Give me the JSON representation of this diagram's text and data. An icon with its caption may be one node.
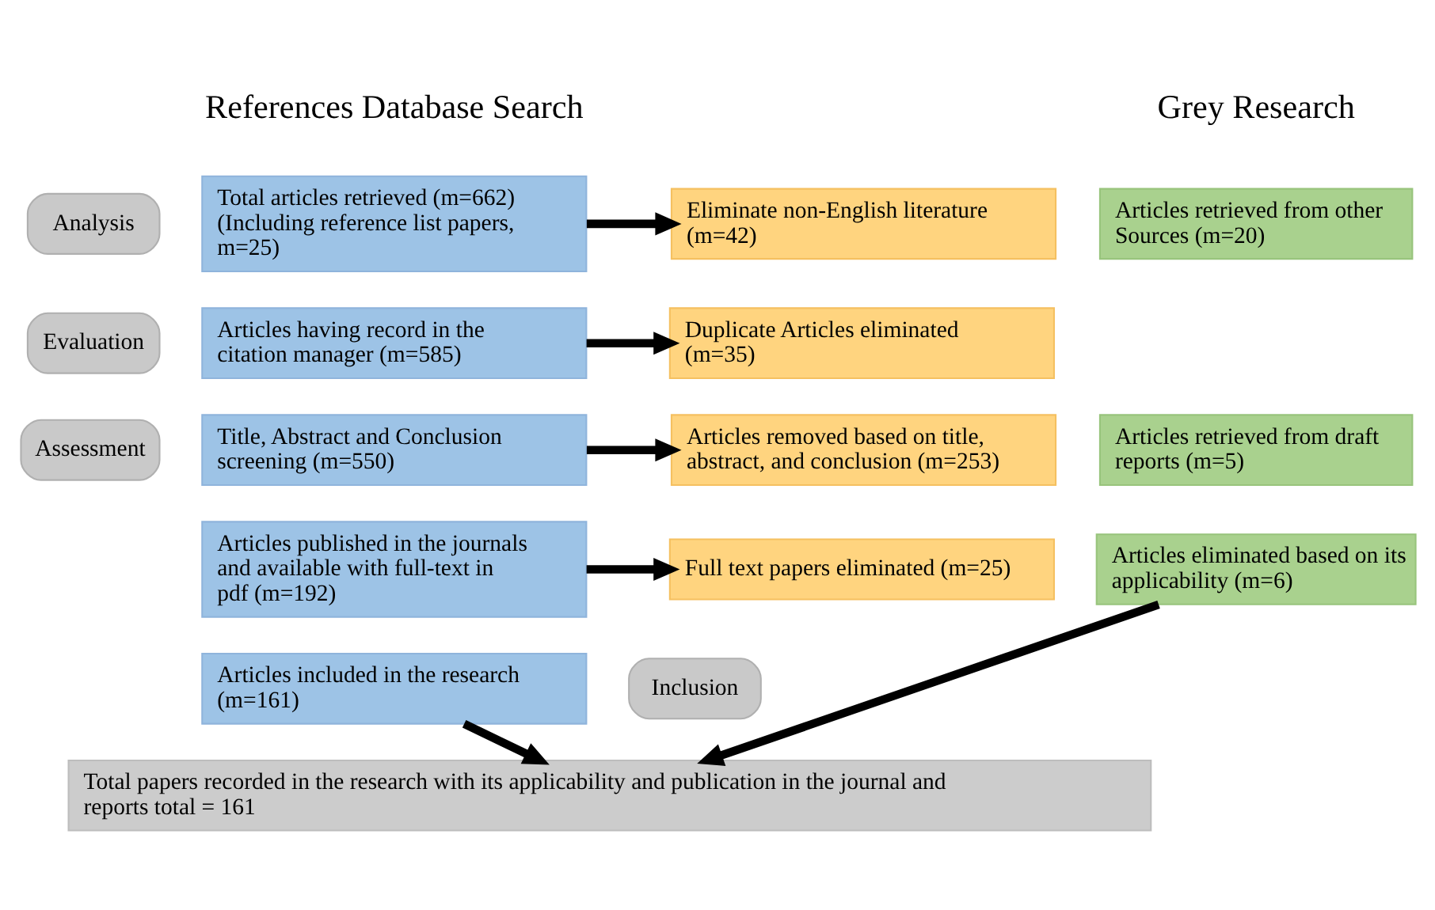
{
  "diagram": {
    "nodes": [
      {
        "text": [
          "Analysis"
        ]
      },
      {
        "text": [
          "Total articles retrieved (m=662) (Including reference list papers, m=25)"
        ]
      },
      {
        "text": [
          "Eliminate non-English literature (m=42)"
        ]
      },
      {
        "text": [
          "Evaluation"
        ]
      },
      {
        "text": [
          "Articles having record in the citation manager (m=585)"
        ]
      },
      {
        "text": [
          "Duplicate Articles eliminated (m=35)"
        ]
      },
      {
        "text": [
          "Assessment"
        ]
      },
      {
        "text": [
          "Title, Abstract and Conclusion screening (m=550)"
        ]
      },
      {
        "text": [
          "Articles removed based on title, abstract, and conclusion (m=253)"
        ]
      },
      {
        "text": [
          "Articles published in the journals and available with full-text in pdf (m=192)"
        ]
      },
      {
        "text": [
          "Full text papers eliminated (m=25)"
        ]
      },
      {
        "text": [
          "Inclusion"
        ]
      },
      {
        "text": [
          "Articles included in the research (m=161)"
        ]
      },
      {
        "text": [
          "Articles retrieved from other Sources (m=20)"
        ]
      },
      {
        "text": [
          "Articles retrieved from draft reports (m=5)"
        ]
      },
      {
        "text": [
          "Articles eliminated based on its applicability (m=6)"
        ]
      },
      {
        "text": [
          "Total papers recorded in the research with its applicability and publication in the journal and reports total = 161"
        ]
      }
    ],
    "edges": [
      {
        "from": 1,
        "to": 2,
        "arrow": "to"
      },
      {
        "from": 4,
        "to": 5,
        "arrow": "to"
      },
      {
        "from": 7,
        "to": 8,
        "arrow": "to"
      },
      {
        "from": 9,
        "to": 10,
        "arrow": "to"
      },
      {
        "from": 12,
        "to": 16,
        "arrow": "to"
      },
      {
        "from": 15,
        "to": 16,
        "arrow": "to"
      }
    ],
    "labels": [
      "References Database Search",
      "Grey Research"
    ]
  }
}
